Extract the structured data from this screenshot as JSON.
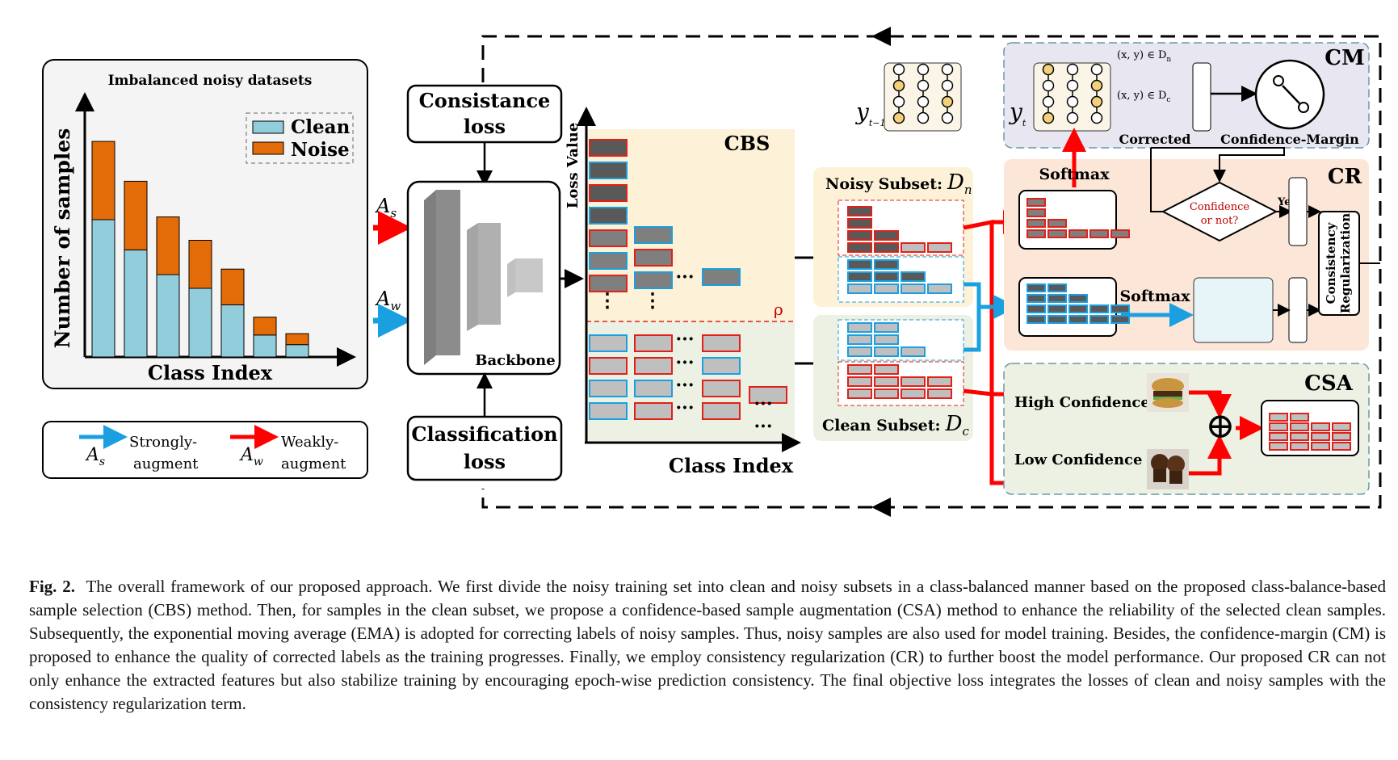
{
  "figure": {
    "dataset_panel": {
      "title": "Imbalanced noisy datasets",
      "ylabel": "Number of samples",
      "xlabel": "Class Index",
      "legend": [
        {
          "label": "Clean",
          "color": "#92cddc"
        },
        {
          "label": "Noise",
          "color": "#e36c09"
        }
      ]
    },
    "augment_legend": {
      "strong_symbol": "A",
      "strong_sub": "s",
      "strong_label_1": "Strongly-",
      "strong_label_2": "augment",
      "weak_symbol": "A",
      "weak_sub": "w",
      "weak_label_1": "Weakly-",
      "weak_label_2": "augment"
    },
    "inputs": {
      "as_symbol": "A",
      "as_sub": "s",
      "aw_symbol": "A",
      "aw_sub": "w"
    },
    "consistance_loss": {
      "line1": "Consistance",
      "line2": "loss"
    },
    "classification_loss": {
      "line1": "Classification",
      "line2": "loss"
    },
    "backbone": {
      "label": "Backbone"
    },
    "cbs": {
      "title": "CBS",
      "ylabel": "Loss Value",
      "xlabel": "Class Index",
      "threshold": "ρ",
      "ellipsis": "···",
      "vdots": "⋮"
    },
    "noisy_subset": {
      "label": "Noisy Subset:",
      "symbol": "D",
      "sub": "n"
    },
    "clean_subset": {
      "label": "Clean Subset:",
      "symbol": "D",
      "sub": "c"
    },
    "cm": {
      "title": "CM",
      "prev_label": "y",
      "prev_sub": "t−1",
      "cur_label": "y",
      "cur_sub": "t",
      "cond_noisy": "(x, y) ∈ D",
      "cond_noisy_sub": "n",
      "cond_clean": "(x, y) ∈ D",
      "cond_clean_sub": "c",
      "corrected": "Corrected",
      "margin": "Confidence-Margin"
    },
    "cr": {
      "title": "CR",
      "softmax_top": "Softmax",
      "softmax_mid": "Softmax",
      "decision_1": "Confidence",
      "decision_2": "or not?",
      "yes": "Yes",
      "reg_1": "Consistency",
      "reg_2": "Regularization"
    },
    "csa": {
      "title": "CSA",
      "high": "High Confidence",
      "low": "Low Confidence",
      "plus": "⊕"
    }
  },
  "chart_data": {
    "type": "bar",
    "title": "Imbalanced noisy datasets",
    "xlabel": "Class Index",
    "ylabel": "Number of samples",
    "categories": [
      "",
      "",
      "",
      "",
      "",
      "",
      ""
    ],
    "series": [
      {
        "name": "Clean",
        "values": [
          100,
          78,
          60,
          50,
          38,
          16,
          9
        ]
      },
      {
        "name": "Noise",
        "values": [
          57,
          50,
          42,
          35,
          26,
          13,
          8
        ]
      }
    ],
    "stacked": true,
    "grid": false,
    "legend": "top-right"
  },
  "caption": {
    "prefix": "Fig. 2.",
    "text": "The overall framework of our proposed approach. We first divide the noisy training set into clean and noisy subsets in a class-balanced manner based on the proposed class-balance-based sample selection (CBS) method. Then, for samples in the clean subset, we propose a confidence-based sample augmentation (CSA) method to enhance the reliability of the selected clean samples. Subsequently, the exponential moving average (EMA) is adopted for correcting labels of noisy samples. Thus, noisy samples are also used for model training. Besides, the confidence-margin (CM) is proposed to enhance the quality of corrected labels as the training progresses. Finally, we employ consistency regularization (CR) to further boost the model performance. Our proposed CR can not only enhance the extracted features but also stabilize training by encouraging epoch-wise prediction consistency. The final objective loss integrates the losses of clean and noisy samples with the consistency regularization term."
  }
}
